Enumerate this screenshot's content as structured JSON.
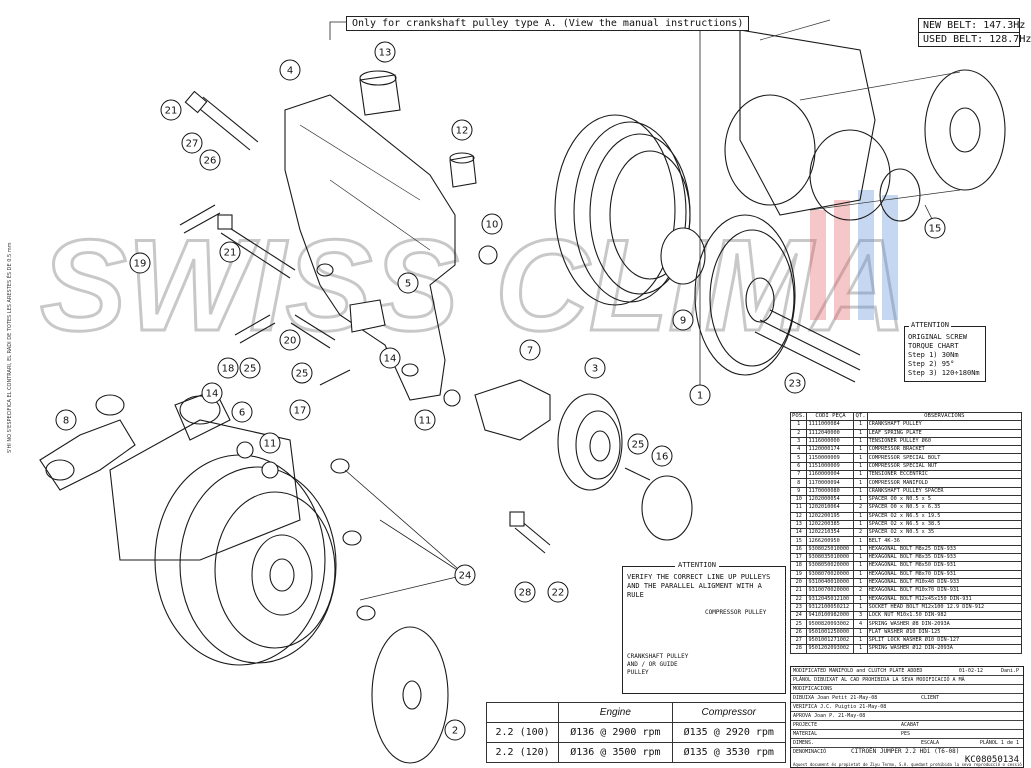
{
  "top_note": "Only for crankshaft pulley type A. (View the manual instructions)",
  "belt_frequency": {
    "new": "NEW BELT:  147.3Hz",
    "used": "USED BELT:  128.7Hz"
  },
  "torque": {
    "title": "ATTENTION",
    "line1": "ORIGINAL SCREW",
    "line2": "TORQUE CHART",
    "step1": "Step 1)      30Nm",
    "step2": "Step 2)        95°",
    "step3": "Step 3) 120÷180Nm"
  },
  "attention_box": {
    "title": "ATTENTION",
    "text": "VERIFY THE CORRECT LINE UP PULLEYS AND THE PARALLEL ALIGMENT WITH A RULE",
    "compressor_pulley": "COMPRESSOR PULLEY",
    "crank_label": "CRANKSHAFT PULLEY AND / OR GUIDE PULLEY"
  },
  "rpm_table": {
    "headers": [
      "Engine",
      "Compressor"
    ],
    "rows": [
      [
        "2.2 (100)",
        "Ø136 @ 2900 rpm",
        "Ø135 @ 2920 rpm"
      ],
      [
        "2.2 (120)",
        "Ø136 @ 3500 rpm",
        "Ø135 @ 3530 rpm"
      ]
    ]
  },
  "parts_header": [
    "POS.",
    "CODI PEÇA",
    "QT.",
    "OBSERVACIONS"
  ],
  "parts": [
    [
      "1",
      "1111000084",
      "1",
      "CRANKSHAFT PULLEY"
    ],
    [
      "2",
      "1112040000",
      "1",
      "LEAF SPRING PLATE"
    ],
    [
      "3",
      "1116000000",
      "1",
      "TENSIONER PULLEY Ø60"
    ],
    [
      "4",
      "1120000174",
      "1",
      "COMPRESSOR BRACKET"
    ],
    [
      "5",
      "1150000009",
      "1",
      "COMPRESSOR SPECIAL BOLT"
    ],
    [
      "6",
      "1151000009",
      "1",
      "COMPRESSOR SPECIAL NUT"
    ],
    [
      "7",
      "1160000004",
      "1",
      "TENSIONER ECCENTRIC"
    ],
    [
      "8",
      "1170000094",
      "1",
      "COMPRESSOR MANIFOLD"
    ],
    [
      "9",
      "1170000080",
      "1",
      "CRANKSHAFT PULLEY SPACER"
    ],
    [
      "10",
      "1202000054",
      "1",
      "SPACER Ò0 x Ñ0.5 x 5"
    ],
    [
      "11",
      "1202010064",
      "2",
      "SPACER Ò0 x Ñ0.5 x 6.35"
    ],
    [
      "12",
      "1202200195",
      "1",
      "SPACER Ò2 x Ñ6.5 x 19.5"
    ],
    [
      "13",
      "1202200385",
      "1",
      "SPACER Ò2 x Ñ6.5 x 38.5"
    ],
    [
      "14",
      "1202210354",
      "2",
      "SPACER Ò2 x Ñ0.5 x 35"
    ],
    [
      "15",
      "1266200950",
      "1",
      "BELT 4K-36"
    ],
    [
      "16",
      "9308025010000",
      "1",
      "HEXAGONAL BOLT M8x25 DIN-933"
    ],
    [
      "17",
      "9308035010000",
      "1",
      "HEXAGONAL BOLT M8x35 DIN-933"
    ],
    [
      "18",
      "9308050020000",
      "1",
      "HEXAGONAL BOLT M8x50 DIN-931"
    ],
    [
      "19",
      "9308070020000",
      "1",
      "HEXAGONAL BOLT M8x70 DIN-931"
    ],
    [
      "20",
      "9310040010000",
      "1",
      "HEXAGONAL BOLT M10x40 DIN-933"
    ],
    [
      "21",
      "9310070020000",
      "2",
      "HEXAGONAL BOLT M10x70 DIN-931"
    ],
    [
      "22",
      "9312045012100",
      "1",
      "HEXAGONAL BOLT M12x45x150 DIN-931"
    ],
    [
      "23",
      "9312100050212",
      "1",
      "SOCKET HEAD BOLT M12x100 12.9 DIN-912"
    ],
    [
      "24",
      "9410100982000",
      "3",
      "LOCK NUT M10x1.50 DIN-982"
    ],
    [
      "25",
      "9500820093002",
      "4",
      "SPRING WASHER Ø8 DIN-2093A"
    ],
    [
      "26",
      "9501001250000",
      "1",
      "FLAT WASHER Ø10 DIN-125"
    ],
    [
      "27",
      "9501001271002",
      "1",
      "SPLIT LOCK WASHER Ø10 DIN-127"
    ],
    [
      "28",
      "9501202093002",
      "1",
      "SPRING WASHER Ø12 DIN-2093A"
    ]
  ],
  "title_block": {
    "mod_row": "MODIFICATED MANIFOLD and CLUTCH PLATE ADDED",
    "mod_date": "01-02-12",
    "mod_by": "Dani.P",
    "warning": "PLÀNOL DIBUIXAT AL CAD PROHIBIDA LA SEVA MODIFICACIÓ A MÀ",
    "modifications": "MODIFICACIONS",
    "drawn": "DIBUIXA   Joan Petit   21-May-08",
    "checked": "VERIFICA   J.C. Puigtio   21-May-08",
    "approved": "APROVA   Joan P.   21-May-08",
    "client": "CLIENT",
    "project": "PROJECTE",
    "finish": "ACABAT",
    "material": "MATERIAL",
    "dims": "DIMENS.",
    "weight": "PES",
    "scale": "ESCALA",
    "denomination": "DENOMINACIÓ",
    "name": "CITROËN JUMPER 2.2 HDi (T6-08)",
    "sheet": "PLÀNOL 1 de 1",
    "code": "KC08050134",
    "footer": "Aquest document és propietat de Ziyu Termo, S.A. quedant prohibida la seva reproducció o cessió"
  },
  "callouts": [
    "1",
    "2",
    "3",
    "4",
    "5",
    "6",
    "7",
    "8",
    "9",
    "10",
    "11",
    "11",
    "12",
    "13",
    "14",
    "14",
    "15",
    "16",
    "17",
    "18",
    "19",
    "20",
    "21",
    "21",
    "22",
    "23",
    "24",
    "25",
    "25",
    "25",
    "26",
    "27",
    "28"
  ],
  "side_note": "S'HI NO S'ESPECIFICA EL CONTRARI, EL RADI DE TOTES LES ARESTES ÉS DE 0.5 mm",
  "watermark": "SWISS CLIMA"
}
